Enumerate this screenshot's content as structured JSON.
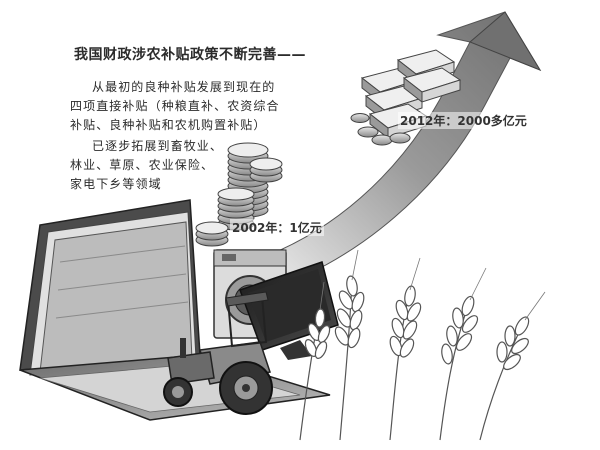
{
  "title": "我国财政涉农补贴政策不断完善——",
  "body_lines": [
    "从最初的良种补贴发展到现在的",
    "四项直接补贴（种粮直补、农资综合",
    "补贴、良种补贴和农机购置补贴）",
    "已逐步拓展到畜牧业、",
    "林业、草原、农业保险、",
    "家电下乡等领域"
  ],
  "milestones": {
    "year_2002": "2002年：1亿元",
    "year_2012": "2012年：2000多亿元"
  },
  "colors": {
    "arrow_fill": "#8a8a8a",
    "ink": "#2b2b2b",
    "paper": "#ffffff"
  }
}
